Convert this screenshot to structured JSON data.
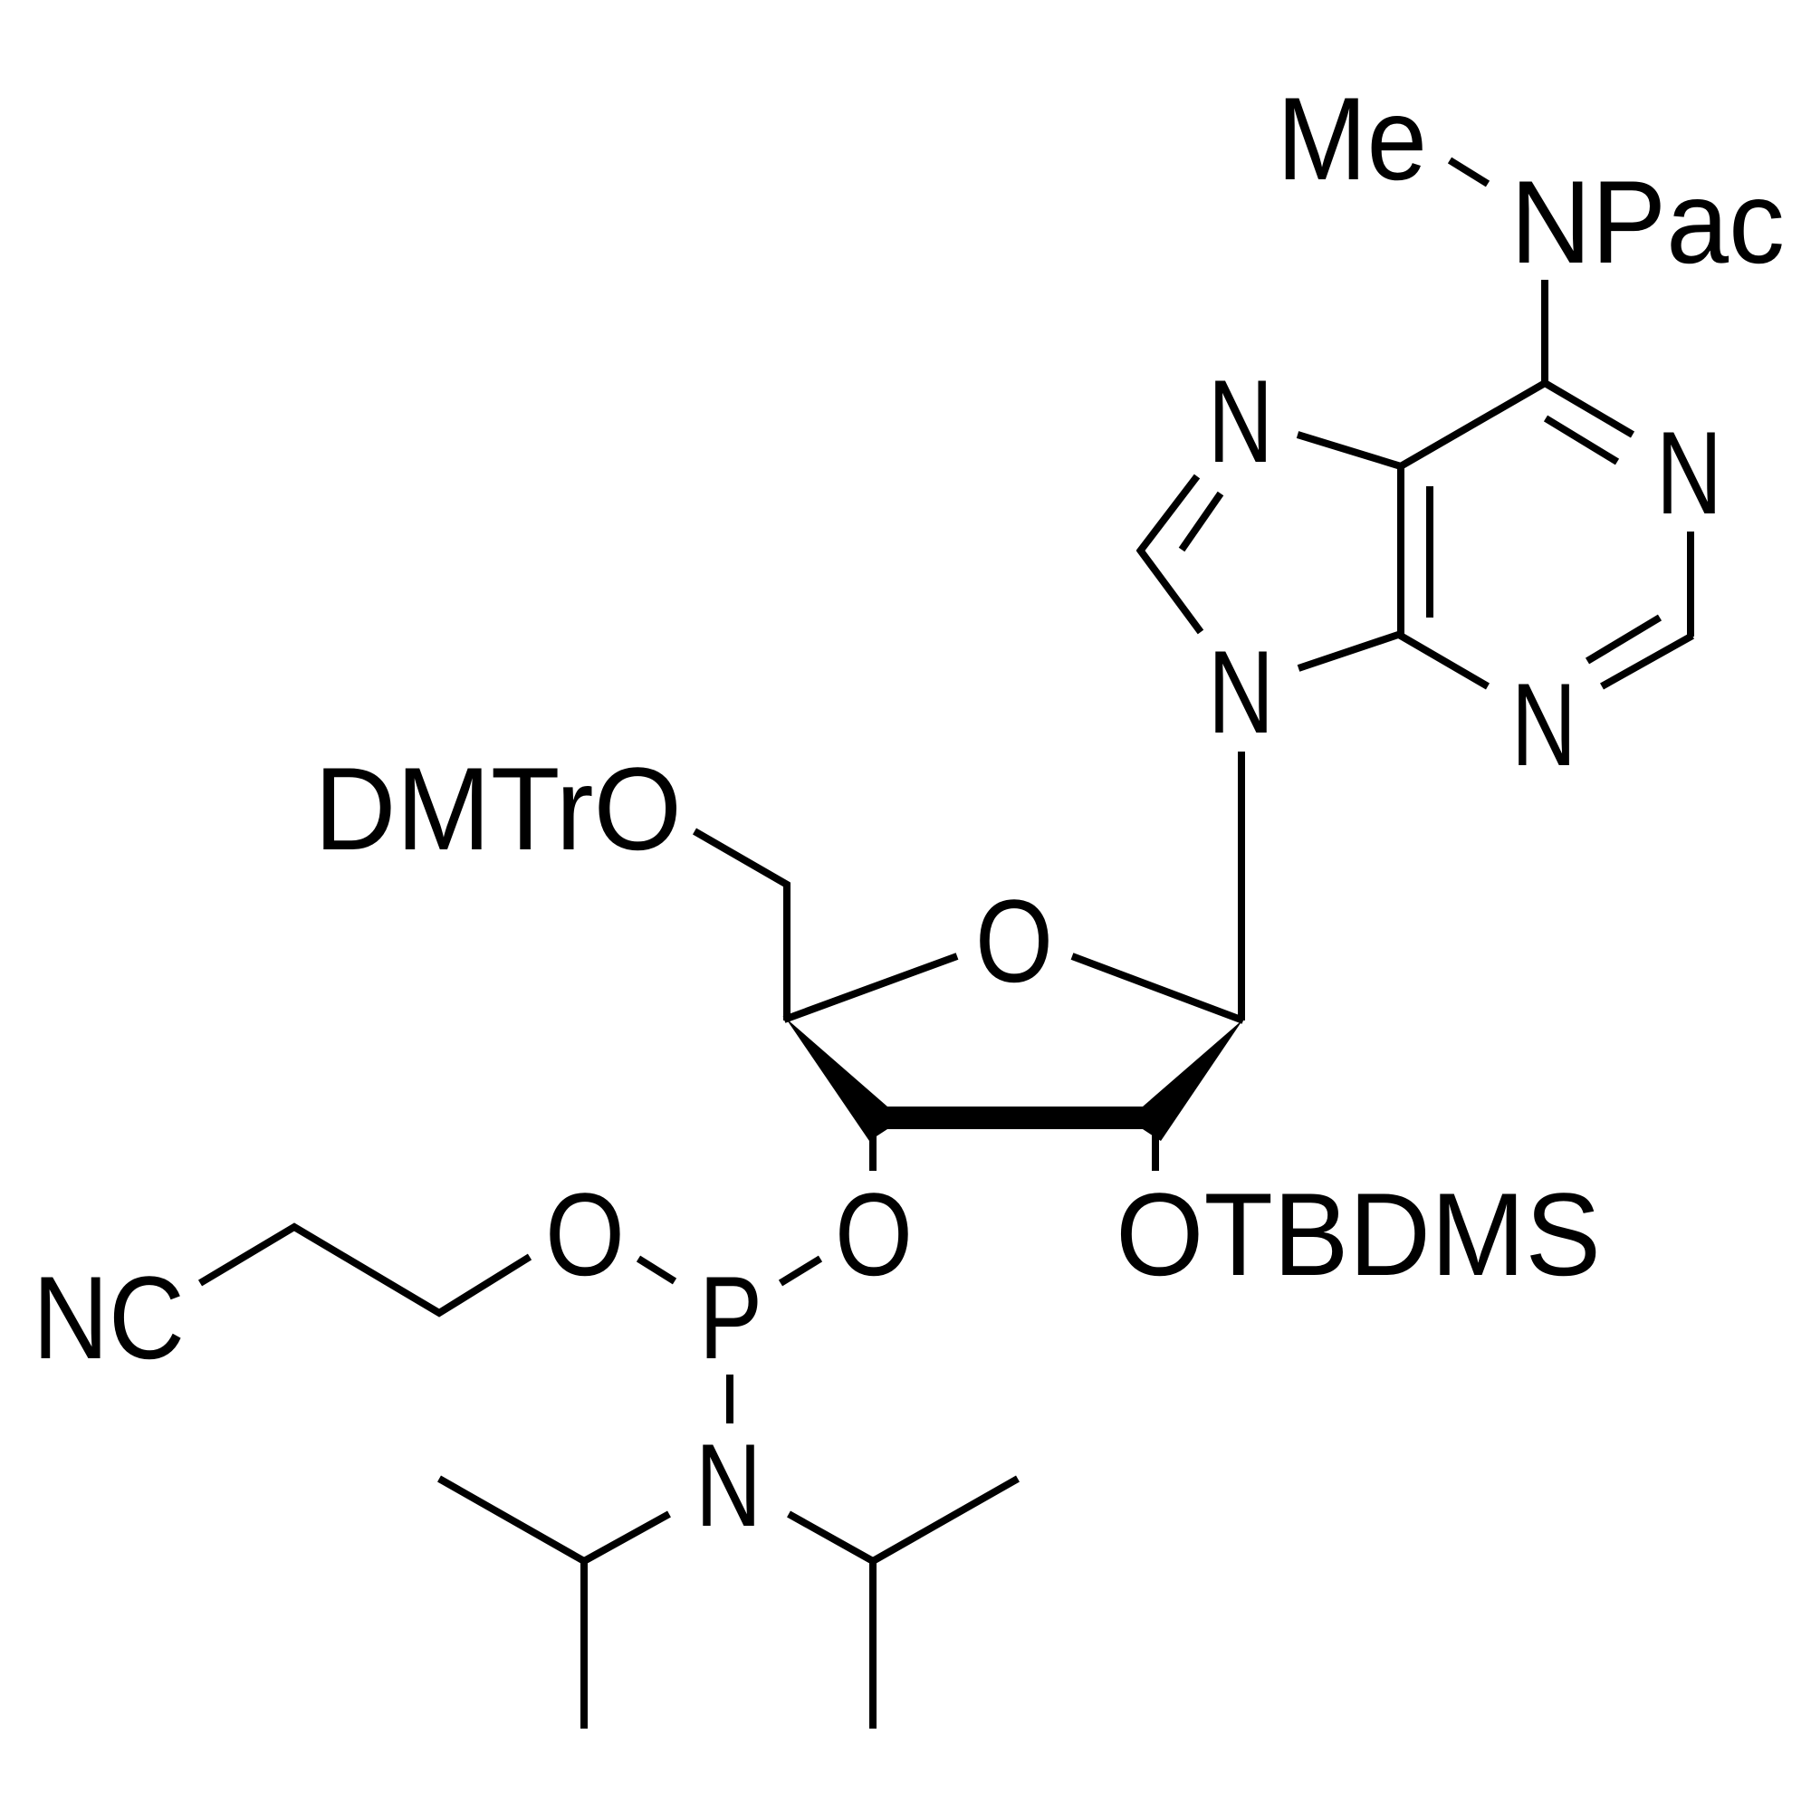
{
  "figure": {
    "type": "chemical-structure",
    "description": "Protected 6-N-methyladenosine 3'-phosphoramidite",
    "colors": {
      "ink": "#000000",
      "background": "#ffffff"
    }
  },
  "labels": {
    "me": "Me",
    "npac": "NPac",
    "n7": "N",
    "n1": "N",
    "n3": "N",
    "n9": "N",
    "dmtro": "DMTrO",
    "o4": "O",
    "o3": "O",
    "otbdms": "OTBDMS",
    "o_cyanoethyl": "O",
    "p": "P",
    "nc": "NC",
    "n_amine": "N"
  },
  "groups": {
    "base": "N6-methyl-N6-phenoxyacetyl adenine (purine)",
    "sugar": "ribofuranose",
    "protecting_5": "DMTr",
    "protecting_2": "TBDMS",
    "phosphoramidite": "2-cyanoethyl N,N-diisopropyl"
  }
}
